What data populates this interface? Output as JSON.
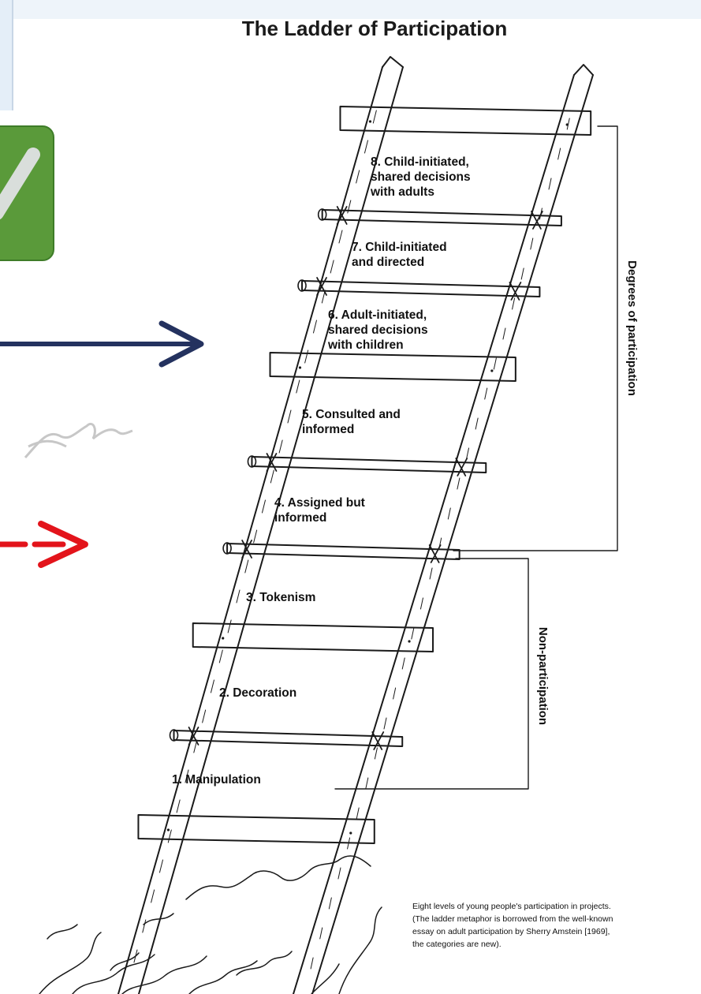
{
  "title": "The Ladder of Participation",
  "rungs": [
    {
      "lines": [
        "8. Child-initiated,",
        "shared decisions",
        "with adults"
      ]
    },
    {
      "lines": [
        "7. Child-initiated",
        "and directed"
      ]
    },
    {
      "lines": [
        "6. Adult-initiated,",
        "shared decisions",
        "with children"
      ]
    },
    {
      "lines": [
        "5. Consulted and",
        "informed"
      ]
    },
    {
      "lines": [
        "4. Assigned but",
        "informed"
      ]
    },
    {
      "lines": [
        "3. Tokenism"
      ]
    },
    {
      "lines": [
        "2. Decoration"
      ]
    },
    {
      "lines": [
        "1. Manipulation"
      ]
    }
  ],
  "brackets": {
    "upper": "Degrees of participation",
    "lower": "Non-participation"
  },
  "caption": [
    "Eight levels of young people's participation in projects.",
    "(The ladder metaphor is borrowed from the well-known",
    "essay on adult participation by Sherry Amstein [1969],",
    "the categories are new)."
  ],
  "colors": {
    "blue_arrow": "#24325f",
    "red_arrow": "#e3141b",
    "green_tile": "#5a9a3a",
    "panel_bg": "#edf4fb",
    "ink": "#1a1a1a"
  }
}
